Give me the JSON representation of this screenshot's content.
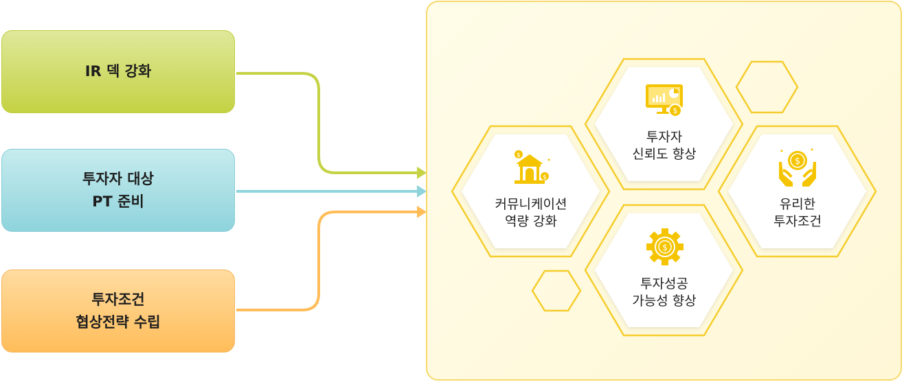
{
  "left_boxes": [
    {
      "lines": [
        "IR 덱 강화"
      ]
    },
    {
      "lines": [
        "투자자 대상",
        "PT 준비"
      ]
    },
    {
      "lines": [
        "투자조건",
        "협상전략 수립"
      ]
    }
  ],
  "hexagons": [
    {
      "lines": [
        "투자자",
        "신뢰도 향상"
      ],
      "icon": "chart-monitor-icon"
    },
    {
      "lines": [
        "커뮤니케이션",
        "역량 강화"
      ],
      "icon": "money-house-icon"
    },
    {
      "lines": [
        "유리한",
        "투자조건"
      ],
      "icon": "hands-coin-icon"
    },
    {
      "lines": [
        "투자성공",
        "가능성 향상"
      ],
      "icon": "dollar-gear-icon"
    }
  ],
  "colors": {
    "green": "#c4d244",
    "cyan": "#8fd3dc",
    "orange": "#ffbd5a",
    "hex_border": "#f5cd2c",
    "icon": "#f5c400"
  }
}
